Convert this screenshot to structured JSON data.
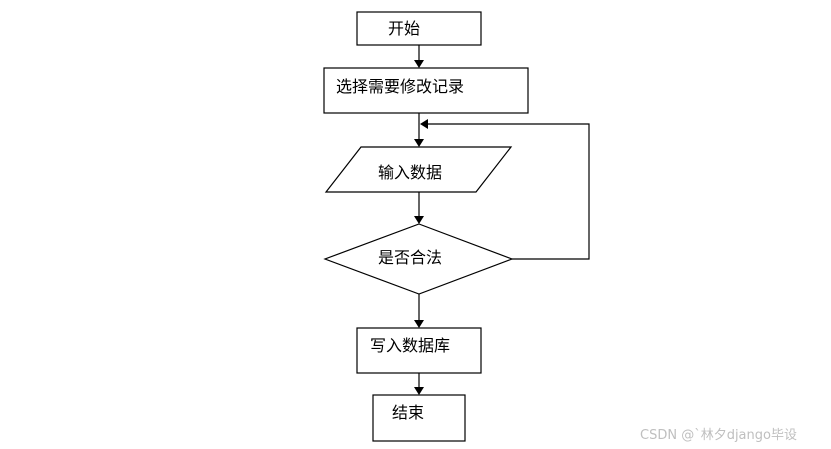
{
  "nodes": {
    "start": "开始",
    "select_record": "选择需要修改记录",
    "input_data": "输入数据",
    "is_valid": "是否合法",
    "write_db": "写入数据库",
    "end": "结束"
  },
  "watermark": "CSDN @`林夕django毕设"
}
